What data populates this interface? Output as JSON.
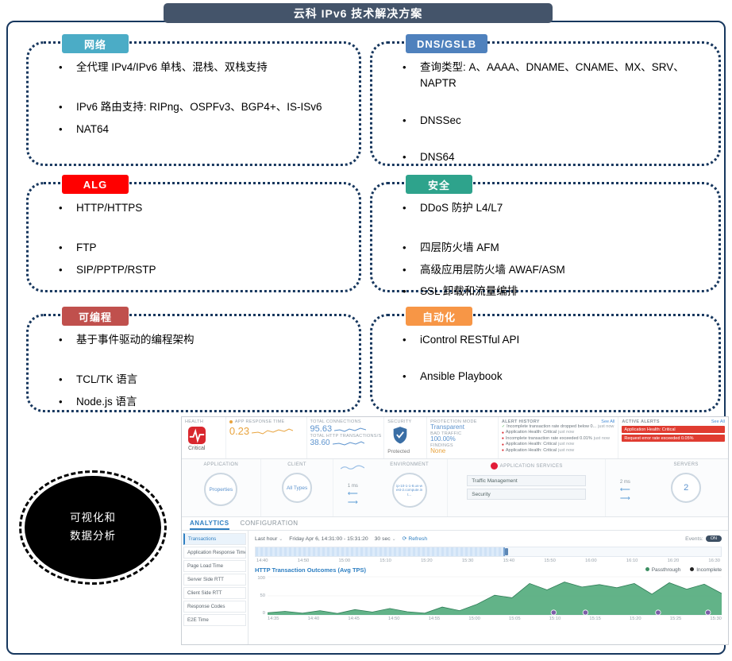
{
  "slide": {
    "title": "云科 IPv6 技术解决方案",
    "ellipse_label": "可视化和数据分析",
    "boxes": [
      {
        "tab": "网络",
        "color": "#4BACC6",
        "bullets": [
          "全代理 IPv4/IPv6 单栈、混栈、双栈支持",
          "IPv6 路由支持: RIPng、OSPFv3、BGP4+、IS-ISv6",
          "NAT64"
        ]
      },
      {
        "tab": "DNS/GSLB",
        "color": "#4F81BD",
        "bullets": [
          "查询类型: A、AAAA、DNAME、CNAME、MX、SRV、NAPTR",
          "DNSSec",
          "DNS64"
        ]
      },
      {
        "tab": "ALG",
        "color": "#FF0000",
        "bullets": [
          "HTTP/HTTPS",
          "FTP",
          "SIP/PPTP/RSTP"
        ]
      },
      {
        "tab": "安全",
        "color": "#2EA38C",
        "bullets": [
          "DDoS 防护 L4/L7",
          "四层防火墙 AFM",
          "高级应用层防火墙 AWAF/ASM",
          "SSL 卸载和流量编排"
        ]
      },
      {
        "tab": "可编程",
        "color": "#C0504D",
        "bullets": [
          "基于事件驱动的编程架构",
          "TCL/TK 语言",
          "Node.js 语言"
        ]
      },
      {
        "tab": "自动化",
        "color": "#F79646",
        "bullets": [
          "iControl RESTful API",
          "Ansible Playbook"
        ]
      }
    ]
  },
  "dashboard": {
    "health": {
      "label": "HEALTH",
      "status": "Critical"
    },
    "app_response": {
      "label": "APP RESPONSE TIME",
      "value": "0.23"
    },
    "connections": {
      "label": "TOTAL CONNECTIONS",
      "value": "95.63"
    },
    "transactions": {
      "label": "TOTAL HTTP TRANSACTIONS/S",
      "value": "38.60"
    },
    "security": {
      "label": "SECURITY",
      "status": "Protected"
    },
    "protection": {
      "mode_label": "PROTECTION MODE",
      "mode": "Transparent",
      "bad_label": "BAD TRAFFIC",
      "bad": "100.00%",
      "findings_label": "FINDINGS",
      "findings": "None"
    },
    "alert_history": {
      "label": "ALERT HISTORY",
      "see_all": "See All",
      "items": [
        {
          "text": "Incomplete transaction rate dropped below 0...",
          "time": "just now",
          "type": "ok"
        },
        {
          "text": "Application Health: Critical",
          "time": "just now",
          "type": "bad"
        },
        {
          "text": "Incomplete transaction rate exceeded 0.01%",
          "time": "just now",
          "type": "bad"
        },
        {
          "text": "Application Health: Critical",
          "time": "just now",
          "type": "bad"
        },
        {
          "text": "Application Health: Critical",
          "time": "just now",
          "type": "bad"
        }
      ]
    },
    "active_alerts": {
      "label": "ACTIVE ALERTS",
      "see_all": "See All",
      "items": [
        "Application Health: Critical",
        "Request error rate exceeded 0.05%"
      ]
    },
    "topology": {
      "application_label": "APPLICATION",
      "application_node": "Properties",
      "client_label": "CLIENT",
      "client_node": "All Types",
      "client_latency": "1 ms",
      "environment_label": "ENVIRONMENT",
      "environment_node": "ip-10-1-1-8.us-west-2.compute.int...",
      "services_label": "APPLICATION SERVICES",
      "services": [
        "Traffic Management",
        "Security"
      ],
      "servers_latency": "2 ms",
      "servers_label": "SERVERS",
      "servers_node": "2"
    },
    "tabs": {
      "analytics": "ANALYTICS",
      "configuration": "CONFIGURATION"
    },
    "sidebar": [
      "Transactions",
      "Application Response Time",
      "Page Load Time",
      "Server Side RTT",
      "Client Side RTT",
      "Response Codes",
      "E2E Time"
    ],
    "toolbar": {
      "range": "Last hour",
      "date": "Friday Apr 6, 14:31:00 - 15:31:20",
      "interval": "30 sec",
      "refresh": "Refresh",
      "events_label": "Events:",
      "events_state": "ON"
    },
    "timeline_ticks": [
      "14:40",
      "14:50",
      "15:00",
      "15:10",
      "15:20",
      "15:30",
      "15:40",
      "15:50",
      "16:00",
      "16:10",
      "16:20",
      "16:30"
    ]
  },
  "chart_data": {
    "type": "area",
    "title": "HTTP Transaction Outcomes (Avg TPS)",
    "legend": [
      {
        "name": "Passthrough",
        "color": "#3D8F63"
      },
      {
        "name": "Incomplete",
        "color": "#222222"
      }
    ],
    "x_ticks": [
      "14:35",
      "14:40",
      "14:45",
      "14:50",
      "14:55",
      "15:00",
      "15:05",
      "15:10",
      "15:15",
      "15:20",
      "15:25",
      "15:30"
    ],
    "yticks": [
      100,
      50,
      0
    ],
    "ylim": [
      0,
      100
    ],
    "values": [
      6,
      10,
      5,
      12,
      4,
      15,
      8,
      18,
      9,
      5,
      22,
      12,
      30,
      55,
      48,
      88,
      70,
      92,
      78,
      85,
      76,
      88,
      58,
      90,
      72,
      86,
      60
    ],
    "event_markers": [
      0.63,
      0.7,
      0.86,
      0.97
    ]
  }
}
